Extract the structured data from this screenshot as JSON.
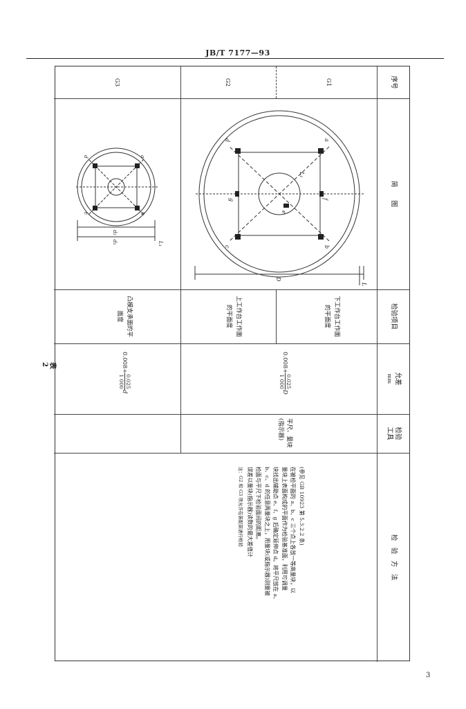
{
  "header": {
    "standard_no": "JB/T 7177—93"
  },
  "table": {
    "caption": "表 2",
    "headers": {
      "seq": "序号",
      "diagram": "简　　图",
      "item": "检验项目",
      "tolerance": "允差",
      "tolerance_unit": "mm",
      "tools": "检验工具",
      "method": "检　验　方　法"
    },
    "rows": [
      {
        "seq": "G1",
        "item": "下工作台工作面的平面度"
      },
      {
        "seq": "G2",
        "item": "上工作台工作面的平面度"
      },
      {
        "seq": "G3",
        "item": "凸模支承面的平面度"
      }
    ],
    "tol_g12": {
      "base": "0.008+",
      "num": "0.025",
      "den": "1 000",
      "var": "D"
    },
    "tol_g3": {
      "base": "0.008+",
      "num": "0.025",
      "den": "1 000",
      "var": "d"
    },
    "tools_g12": "平尺、量块(指示器)",
    "method_lines": [
      "(参见 GB 10923 第 5.3.2.2 条)",
      "在被检平面的 a、b、c 三个点上各放一等高量块，以",
      "量块上表面构成的平面作为检验基准面，利用可调量",
      "块找出辅助点 e、f、g 后确定延伸点 d。将平尺放在 a、",
      "b、c、d 的任意两量块之上，用量块(或指示器)测量被",
      "检面与平尺下检验面间的距离。",
      "误差以量块(指示器)读数的最大差值计",
      "注：G2 和 G3 项允许在装配前进行检验"
    ],
    "diagram_labels": {
      "g1_a": "a",
      "g1_b": "b",
      "g1_c": "c",
      "g1_d": "d",
      "g1_e": "e",
      "g1_f": "f",
      "g1_g": "g",
      "g1_L": "L",
      "g1_L1": "L₁",
      "g1_D": "D",
      "g3_a": "a",
      "g3_b": "b",
      "g3_c": "c",
      "g3_d": "d",
      "g3_L1": "L₁",
      "g3_d1": "d₁",
      "g3_d2": "d₂"
    }
  },
  "page_number": "3"
}
